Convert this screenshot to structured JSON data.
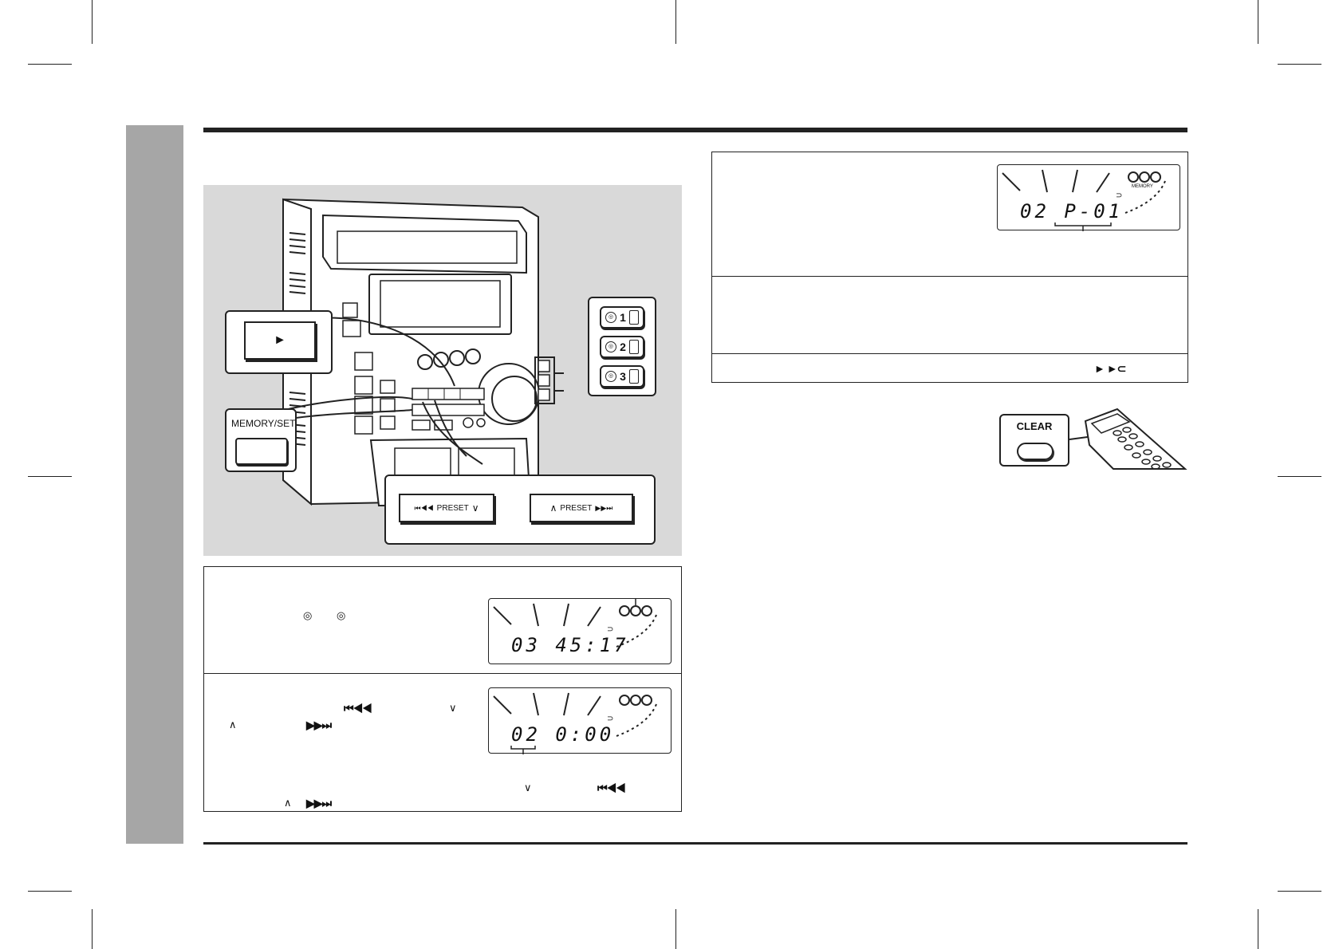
{
  "illustration": {
    "play_key_symbol": "►",
    "memory_set_label": "MEMORY/SET",
    "preset_down": {
      "prev_symbols": "⏮◀◀",
      "label": "PRESET",
      "arrow": "∨"
    },
    "preset_up": {
      "arrow": "∧",
      "label": "PRESET",
      "next_symbols": "▶▶⏭"
    },
    "disc_keys": [
      {
        "number": "1"
      },
      {
        "number": "2"
      },
      {
        "number": "3"
      }
    ]
  },
  "step1": {
    "disc_symbol_a": "◎",
    "disc_symbol_b": "◎",
    "lcd_digits": "03  45:17"
  },
  "step2": {
    "prev_symbols": "⏮◀◀",
    "down_arrow": "∨",
    "up_arrow": "∧",
    "next_symbols": "▶▶⏭",
    "lcd_digits": "02    0:00",
    "note_down_arrow": "∨",
    "note_prev_symbols": "⏮◀◀",
    "note_up_arrow": "∧",
    "note_next_symbols": "▶▶⏭"
  },
  "right_panel": {
    "lcd_digits": "02  P-01",
    "lcd_memory_label": "MEMORY",
    "footer_symbols": "►  ►⊂"
  },
  "clear_callout": {
    "label": "CLEAR"
  }
}
